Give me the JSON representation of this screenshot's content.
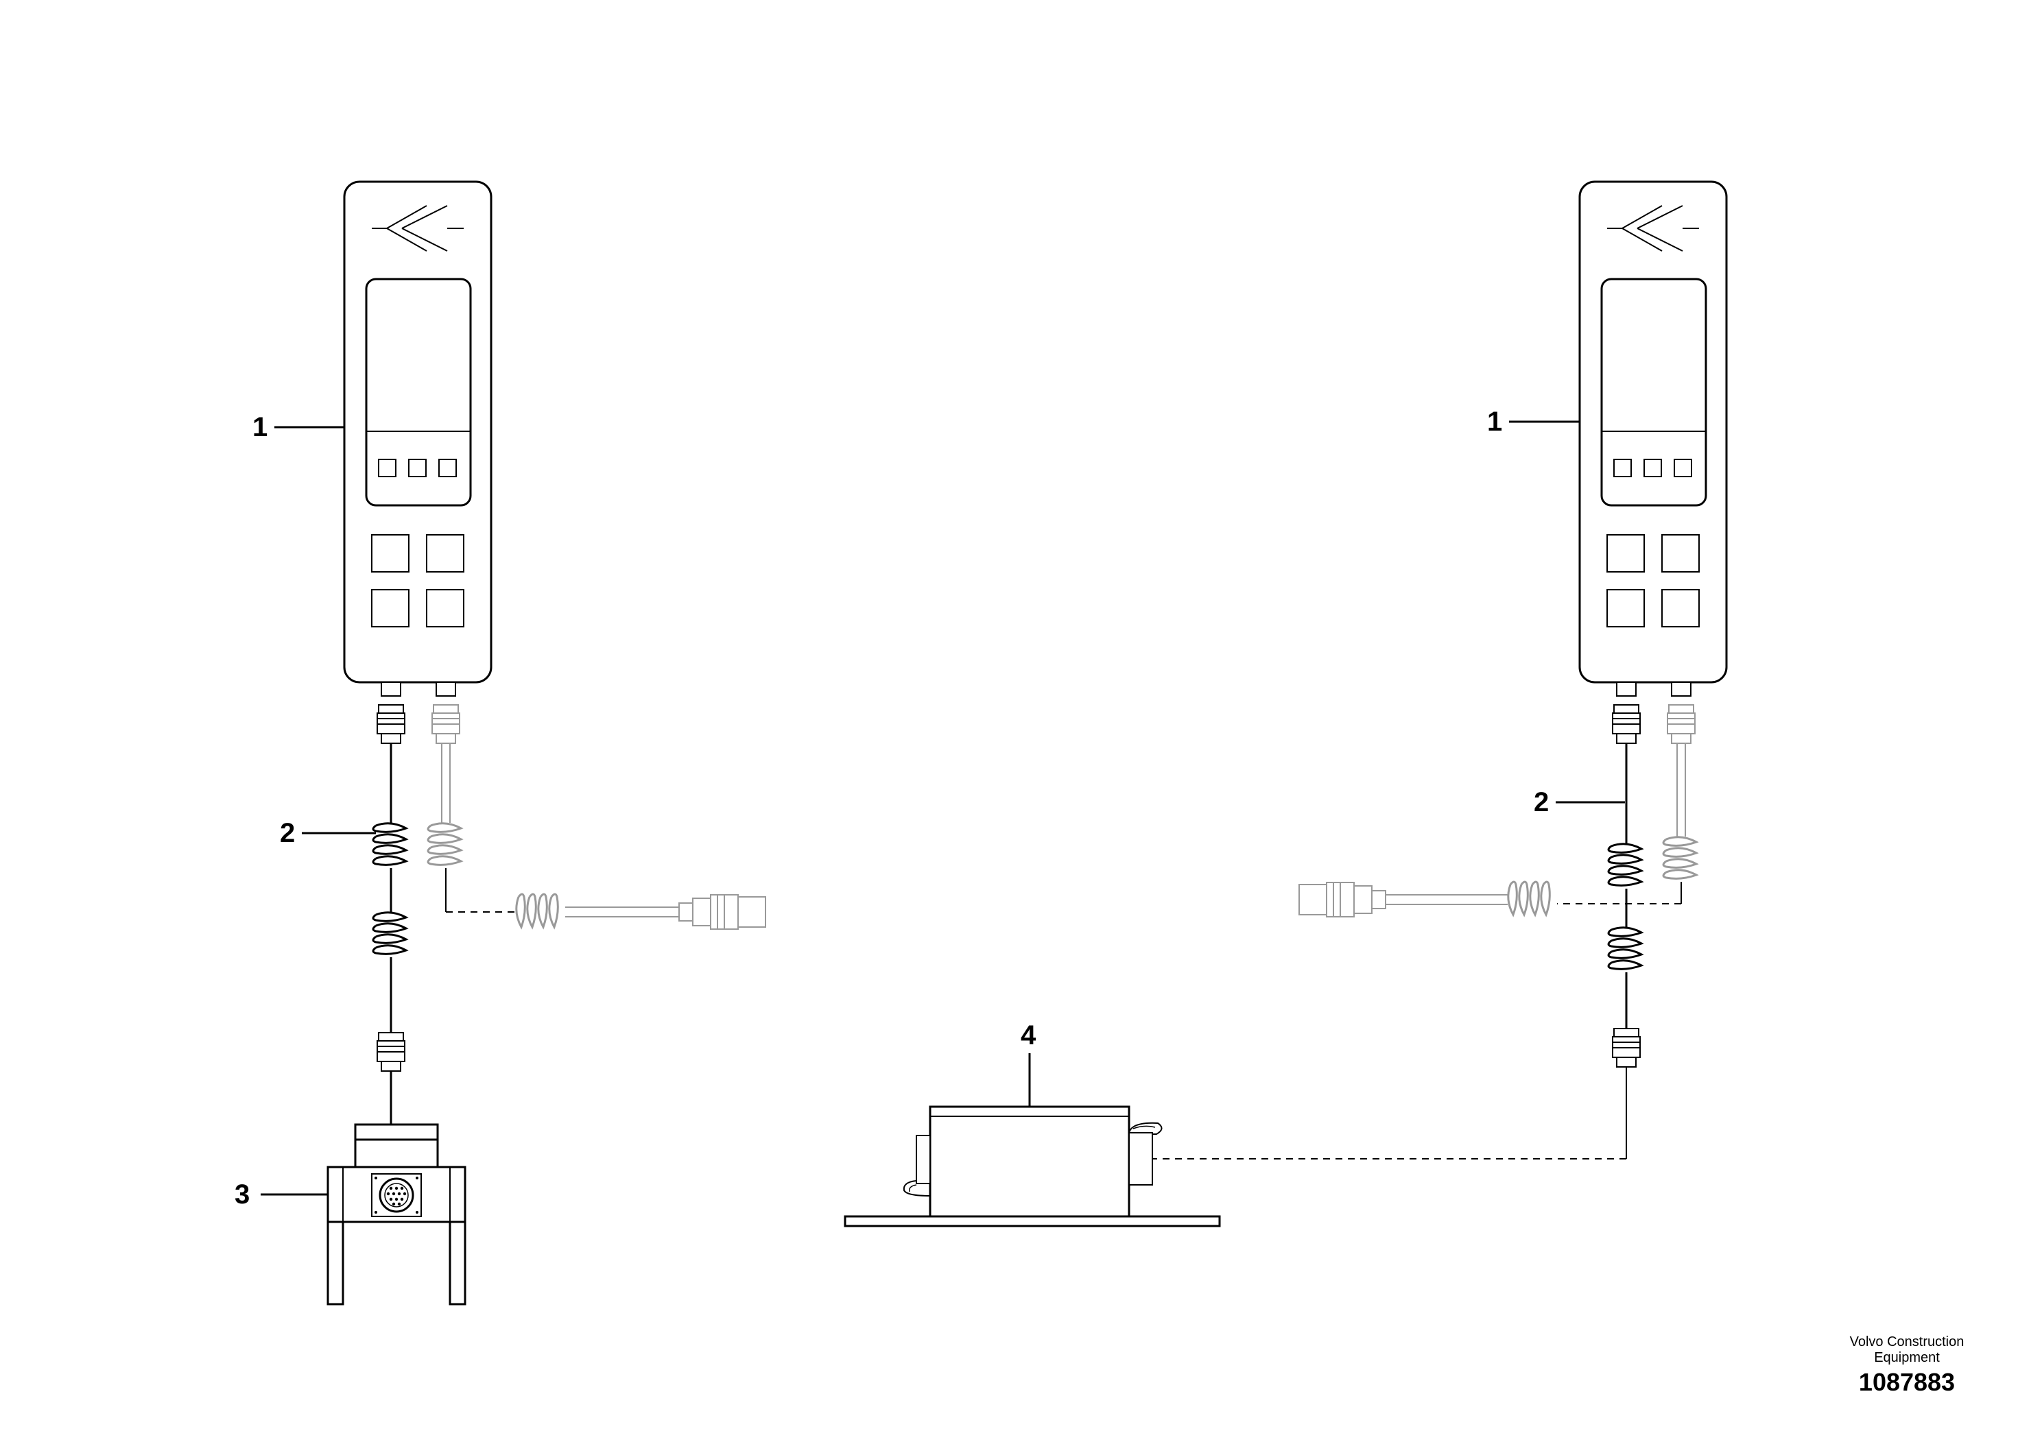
{
  "callouts": {
    "left_unit": "1",
    "right_unit": "1",
    "left_cable": "2",
    "right_cable": "2",
    "stand_adapter": "3",
    "control_box": "4"
  },
  "credit": {
    "line1": "Volvo Construction",
    "line2": "Equipment",
    "number": "1087883"
  },
  "colors": {
    "ink": "#000000",
    "gray": "#999999",
    "background": "#ffffff"
  }
}
